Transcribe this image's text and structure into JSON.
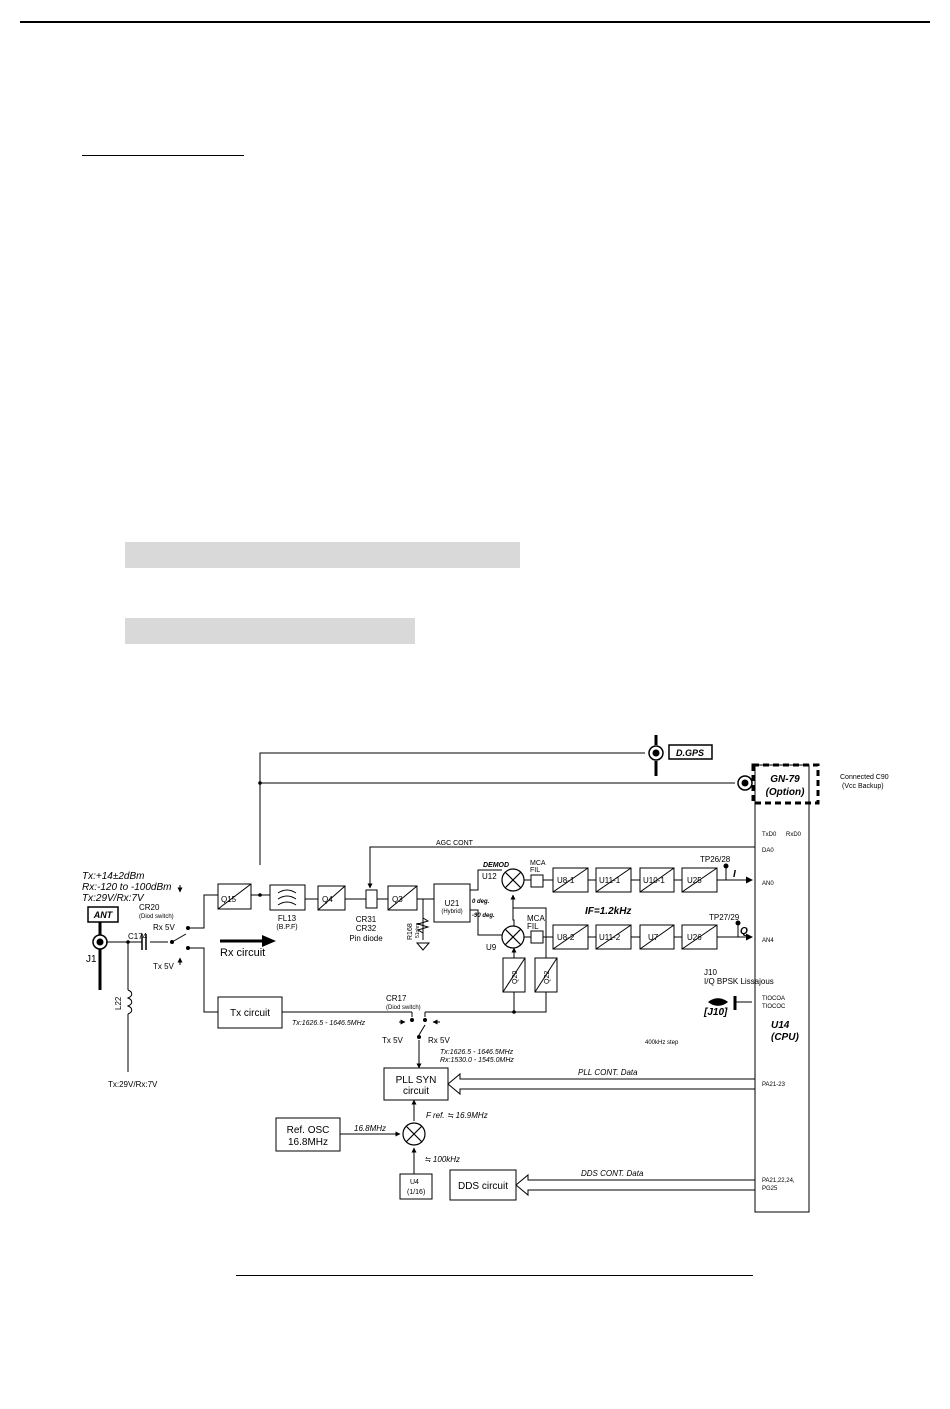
{
  "diagram": {
    "antenna": {
      "specs": [
        "Tx:+14±2dBm",
        "Rx:-120 to -100dBm",
        "Tx:29V/Rx:7V"
      ],
      "ant_label": "ANT",
      "connector": "J1",
      "capacitor": "C174",
      "inductor": "L22",
      "supply": "Tx:29V/Rx:7V",
      "switch_name": "CR20",
      "switch_note": "(Diod switch)",
      "rx5v": "Rx 5V",
      "tx5v": "Tx 5V"
    },
    "rx_chain": {
      "q15": "Q15",
      "fl13": "FL13",
      "fl13_sub": "(B.P.F)",
      "q4": "Q4",
      "cr31": "CR31",
      "cr32": "CR32",
      "pin_diode": "Pin diode",
      "q3": "Q3",
      "r168": "R168",
      "r168_val": "51ohm",
      "u21": "U21",
      "u21_sub": "(Hybrid)",
      "deg0": "0 deg.",
      "deg90": "-90 deg.",
      "rx_circuit": "Rx circuit"
    },
    "demod": {
      "demod_label": "DEMOD",
      "u12": "U12",
      "u9": "U9",
      "mca_fil": [
        "MCA",
        "FIL"
      ],
      "if_label": "IF=1.2kHz",
      "q20": "Q20",
      "q22": "Q22",
      "i_chain": [
        "U8-1",
        "U11-1",
        "U10-1",
        "U25"
      ],
      "q_chain": [
        "U8-2",
        "U11-2",
        "U7",
        "U26"
      ],
      "tp_i": "TP26/28",
      "tp_q": "TP27/29",
      "i_out": "I",
      "q_out": "Q"
    },
    "cpu": {
      "name": "U14",
      "sub": "(CPU)",
      "txd0": "TxD0",
      "rxd0": "RxD0",
      "da0": "DA0",
      "an0": "AN0",
      "an4": "AN4",
      "tioca": "TIOCOA",
      "tiocc": "TIOCOC",
      "pa21_23": "PA21-23",
      "pa21_25": [
        "PA21,22,24,",
        "PG25"
      ]
    },
    "agc_cont": "AGC CONT",
    "dgps": "D.GPS",
    "gn79": "GN-79",
    "gn79_opt": "(Option)",
    "connected": [
      "Connected C90",
      "(Vcc Backup)"
    ],
    "j10_label": [
      "J10",
      "I/Q BPSK Lissajous"
    ],
    "j10_bracket": "[J10]",
    "tx_circuit": "Tx circuit",
    "tx_freq": "Tx:1626.5 - 1646.5MHz",
    "cr17": "CR17",
    "cr17_note": "(Diod switch)",
    "pll_freqs": [
      "Tx:1626.5 - 1646.5MHz",
      "Rx:1530.0 - 1545.0MHz"
    ],
    "step": "400kHz step",
    "pll_syn": [
      "PLL SYN",
      "circuit"
    ],
    "pll_cont": "PLL CONT. Data",
    "ref_osc": [
      "Ref. OSC",
      "16.8MHz"
    ],
    "f16_8": "16.8MHz",
    "fref": "F ref. ≒ 16.9MHz",
    "f100": "≒ 100kHz",
    "u4": [
      "U4",
      "(1/16)"
    ],
    "dds": "DDS circuit",
    "dds_cont": "DDS CONT. Data"
  }
}
